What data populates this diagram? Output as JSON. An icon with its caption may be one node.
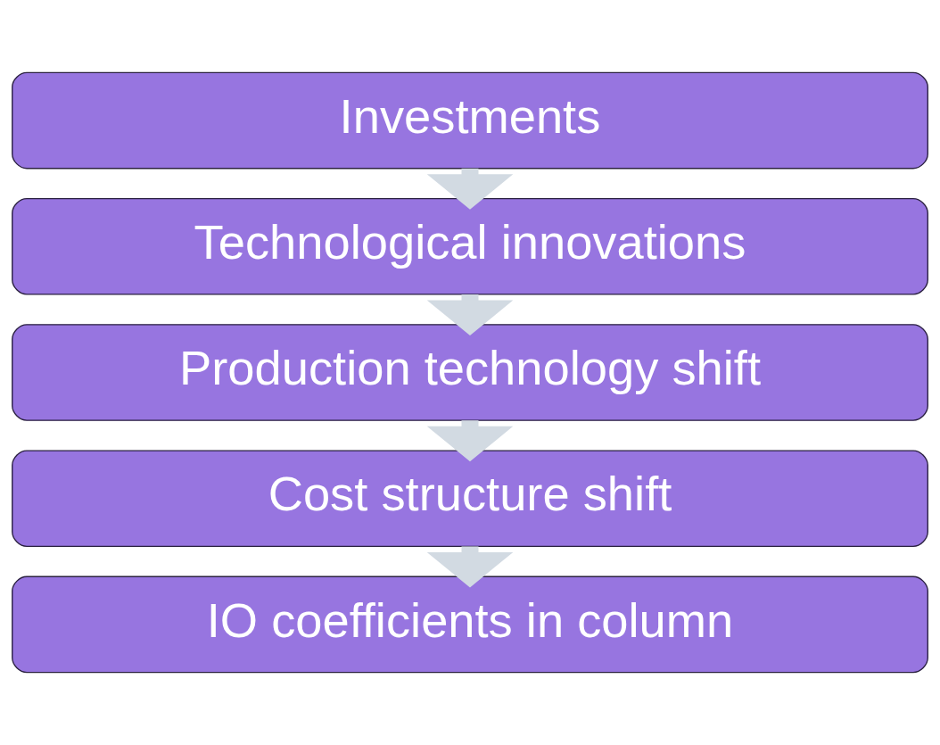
{
  "diagram": {
    "nodes": [
      {
        "text": [
          "Investments"
        ]
      },
      {
        "text": [
          "Technological innovations"
        ]
      },
      {
        "text": [
          "Production technology shift"
        ]
      },
      {
        "text": [
          "Cost structure shift"
        ]
      },
      {
        "text": [
          "IO coefficients in column"
        ]
      }
    ],
    "edges": [
      {
        "from": 0,
        "to": 1,
        "arrow": "to"
      },
      {
        "from": 1,
        "to": 2,
        "arrow": "to"
      },
      {
        "from": 2,
        "to": 3,
        "arrow": "to"
      },
      {
        "from": 3,
        "to": 4,
        "arrow": "to"
      }
    ]
  }
}
